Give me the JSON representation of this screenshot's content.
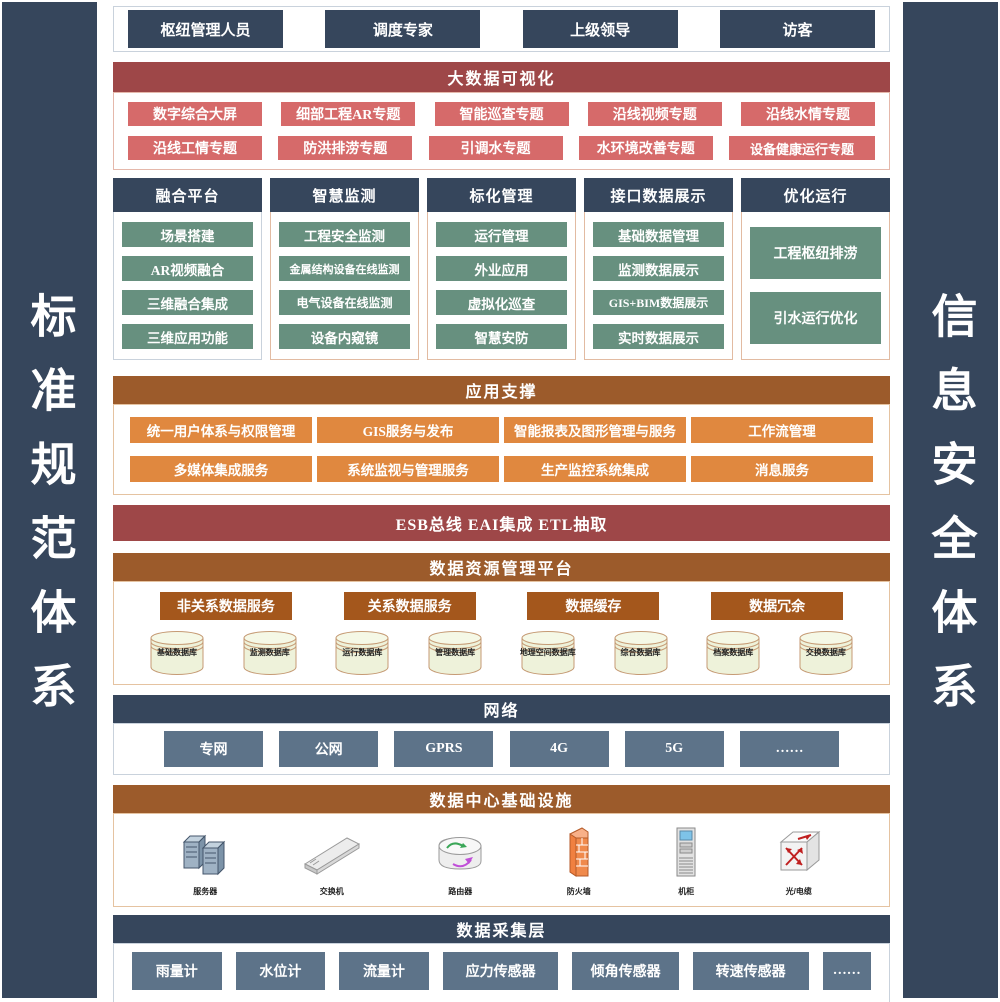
{
  "colors": {
    "dark_slate": "#36465c",
    "brick_red": "#9e4748",
    "light_red": "#d66a6a",
    "green": "#67907f",
    "brown": "#9c5b2b",
    "orange": "#e0883f",
    "dark_orange": "#a4571c",
    "steel_blue": "#5d7389"
  },
  "sidebars": {
    "left": "标准规范体系",
    "right": "信息安全体系"
  },
  "users": {
    "items": [
      "枢纽管理人员",
      "调度专家",
      "上级领导",
      "访客"
    ]
  },
  "bigdata": {
    "title": "大数据可视化",
    "items": [
      "数字综合大屏",
      "细部工程AR专题",
      "智能巡查专题",
      "沿线视频专题",
      "沿线水情专题",
      "沿线工情专题",
      "防洪排涝专题",
      "引调水专题",
      "水环境改善专题",
      "设备健康运行专题"
    ]
  },
  "columns": [
    {
      "title": "融合平台",
      "items": [
        "场景搭建",
        "AR视频融合",
        "三维融合集成",
        "三维应用功能"
      ]
    },
    {
      "title": "智慧监测",
      "items": [
        "工程安全监测",
        "金属结构设备在线监测",
        "电气设备在线监测",
        "设备内窥镜"
      ]
    },
    {
      "title": "标化管理",
      "items": [
        "运行管理",
        "外业应用",
        "虚拟化巡查",
        "智慧安防"
      ]
    },
    {
      "title": "接口数据展示",
      "items": [
        "基础数据管理",
        "监测数据展示",
        "GIS+BIM数据展示",
        "实时数据展示"
      ]
    },
    {
      "title": "优化运行",
      "items": [
        "工程枢纽排涝",
        "引水运行优化"
      ]
    }
  ],
  "app_support": {
    "title": "应用支撑",
    "items": [
      "统一用户体系与权限管理",
      "GIS服务与发布",
      "智能报表及图形管理与服务",
      "工作流管理",
      "多媒体集成服务",
      "系统监视与管理服务",
      "生产监控系统集成",
      "消息服务"
    ]
  },
  "esb": {
    "label": "ESB总线 EAI集成 ETL抽取"
  },
  "data_platform": {
    "title": "数据资源管理平台",
    "services": [
      "非关系数据服务",
      "关系数据服务",
      "数据缓存",
      "数据冗余"
    ],
    "databases": [
      "基础数据库",
      "监测数据库",
      "运行数据库",
      "管理数据库",
      "地理空间数据库",
      "综合数据库",
      "档案数据库",
      "交换数据库"
    ]
  },
  "network": {
    "title": "网络",
    "items": [
      "专网",
      "公网",
      "GPRS",
      "4G",
      "5G",
      "……"
    ]
  },
  "datacenter": {
    "title": "数据中心基础设施",
    "devices": [
      {
        "label": "服务器",
        "icon": "server-icon"
      },
      {
        "label": "交换机",
        "icon": "switch-icon"
      },
      {
        "label": "路由器",
        "icon": "router-icon"
      },
      {
        "label": "防火墙",
        "icon": "firewall-icon"
      },
      {
        "label": "机柜",
        "icon": "rack-icon"
      },
      {
        "label": "光/电缆",
        "icon": "cable-icon"
      }
    ]
  },
  "collection": {
    "title": "数据采集层",
    "items": [
      "雨量计",
      "水位计",
      "流量计",
      "应力传感器",
      "倾角传感器",
      "转速传感器",
      "……"
    ]
  }
}
